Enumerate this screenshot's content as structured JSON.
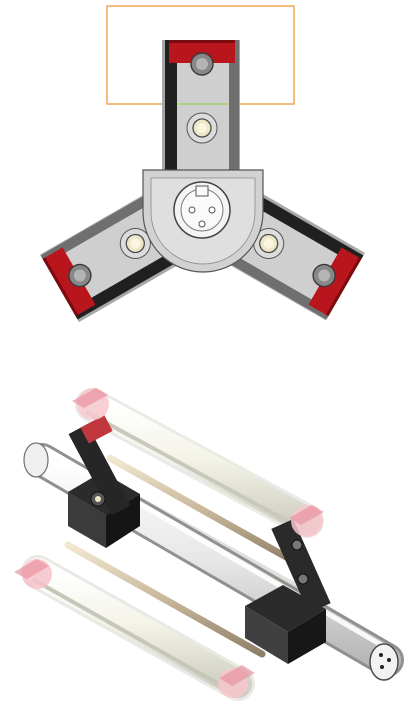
{
  "figure": {
    "top_view": {
      "arm_count": 3,
      "highlight_box": "orange"
    },
    "isometric_view": {
      "roller_count": 3
    },
    "colors": {
      "red_cap": "#b9151c",
      "metal_light": "#d8d8d8",
      "metal_mid": "#9c9c9c",
      "metal_dark": "#222222",
      "roller_white": "#efefe7",
      "roller_shadow": "#cfcfc3",
      "rod_tan": "#b9a98d",
      "highlight_box": "#f1a046"
    }
  }
}
